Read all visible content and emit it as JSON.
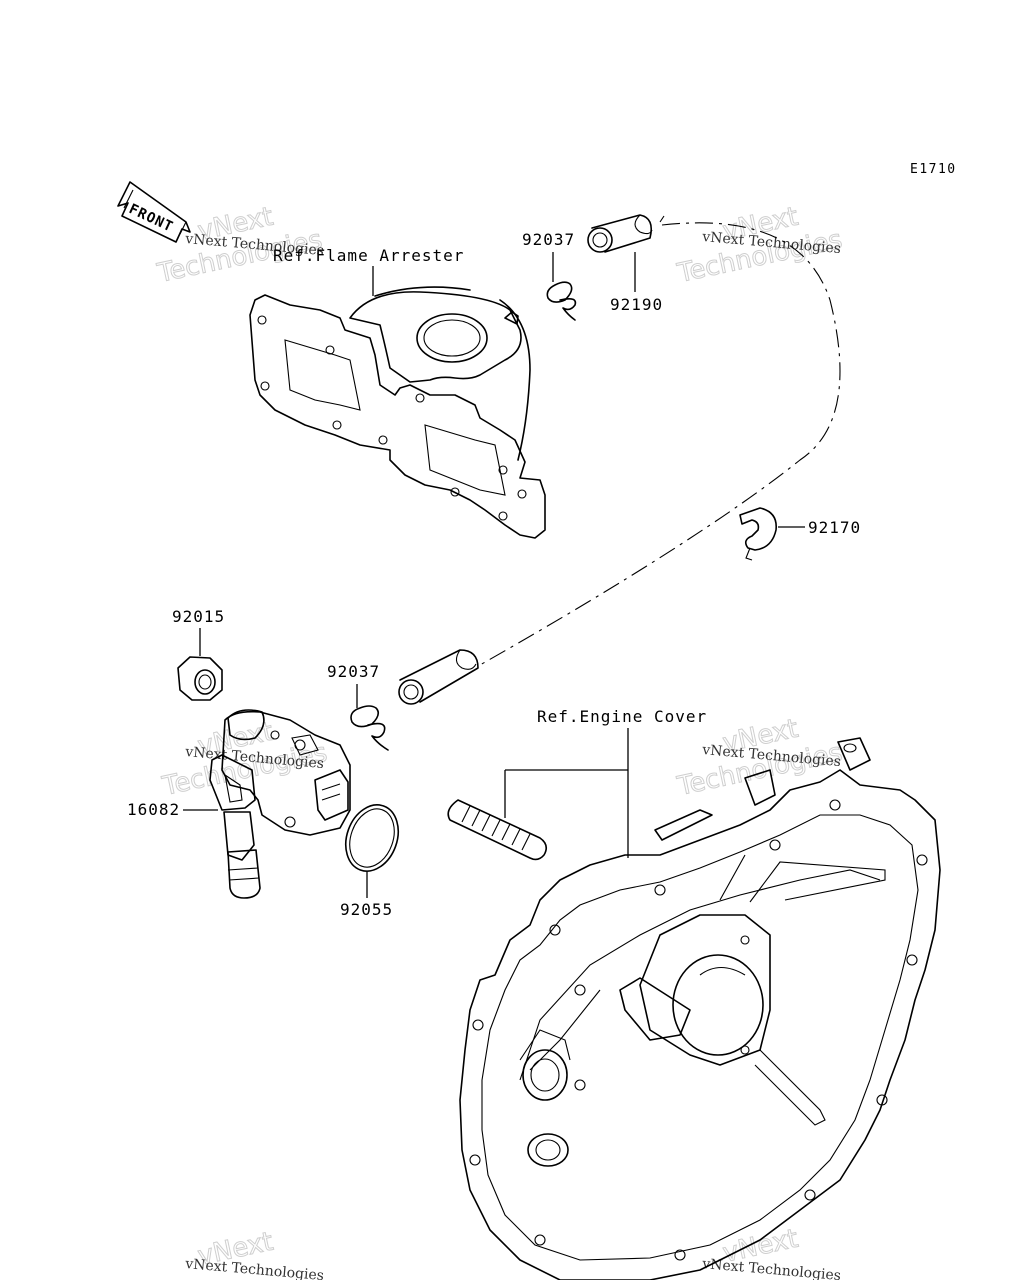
{
  "diagram": {
    "code": "E1710",
    "front_label": "FRONT",
    "labels": {
      "flame_arrester": "Ref.Flame Arrester",
      "engine_cover": "Ref.Engine Cover",
      "p92037_top": "92037",
      "p92190": "92190",
      "p92170": "92170",
      "p92015": "92015",
      "p92037_mid": "92037",
      "p16082": "16082",
      "p92055": "92055"
    },
    "watermark": {
      "line1": "vNext Technologies",
      "line2": "vNext",
      "line3": "Technologies"
    }
  }
}
